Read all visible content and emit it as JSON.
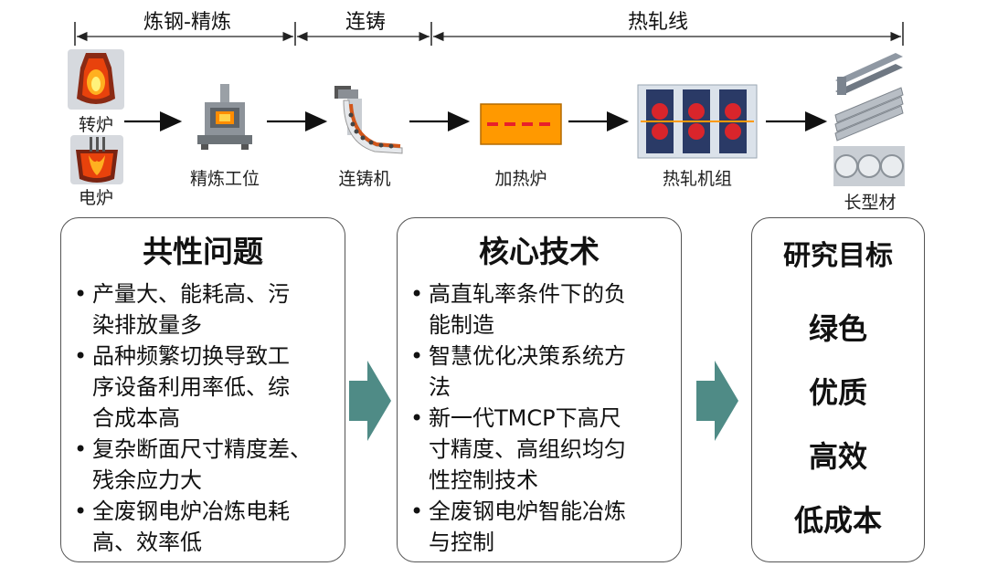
{
  "stages": {
    "s1": "炼钢-精炼",
    "s2": "连铸",
    "s3": "热轧线"
  },
  "process": {
    "converter": "转炉",
    "eaf": "电炉",
    "refining": "精炼工位",
    "caster": "连铸机",
    "furnace": "加热炉",
    "mill": "热轧机组",
    "product": "长型材"
  },
  "boxes": {
    "problems": {
      "title": "共性问题",
      "items": [
        [
          "产量大、能耗高、污",
          "染排放量多"
        ],
        [
          "品种频繁切换导致工",
          "序设备利用率低、综",
          "合成本高"
        ],
        [
          "复杂断面尺寸精度差、",
          "残余应力大"
        ],
        [
          "全废钢电炉冶炼电耗",
          "高、效率低"
        ]
      ]
    },
    "tech": {
      "title": "核心技术",
      "items": [
        [
          "高直轧率条件下的负",
          "能制造"
        ],
        [
          "智慧优化决策系统方",
          "法"
        ],
        [
          "新一代TMCP下高尺",
          "寸精度、高组织均匀",
          "性控制技术"
        ],
        [
          "全废钢电炉智能冶炼",
          "与控制"
        ]
      ]
    },
    "goals": {
      "title": "研究目标",
      "items": [
        "绿色",
        "优质",
        "高效",
        "低成本"
      ]
    }
  },
  "colors": {
    "big_arrow": "#4f8b86",
    "flow_arrow": "#111111",
    "furnace_fill": "#ff9900",
    "furnace_dash": "#e8202a",
    "melt_hot": "#e8420c"
  }
}
